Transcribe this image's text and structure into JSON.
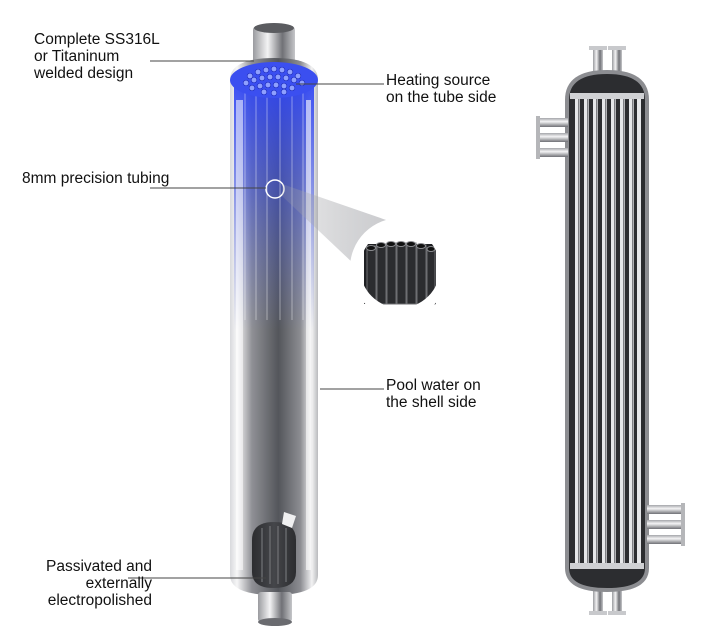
{
  "labels": {
    "material": "Complete SS316L\nor Titaninum\nwelded design",
    "heating": "Heating source\non the tube side",
    "tubing": "8mm precision tubing",
    "pool": "Pool water on\nthe shell side",
    "finish": "Passivated and\nexternally\nelectropolished"
  },
  "colors": {
    "tube_sheet_blue": "#3b4ff0",
    "steel_dark": "#3a3a3d",
    "steel_light": "#e9eaec"
  }
}
